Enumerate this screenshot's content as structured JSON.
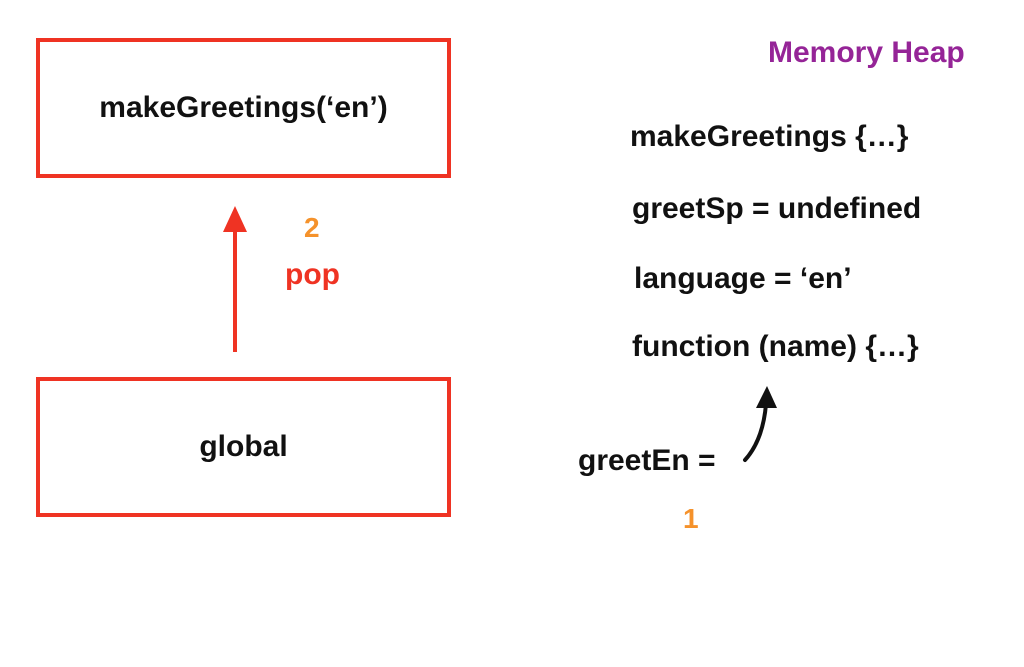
{
  "call_stack": {
    "top_frame": "makeGreetings(‘en’)",
    "bottom_frame": "global"
  },
  "pop_annotation": {
    "step": "2",
    "label": "pop"
  },
  "memory_heap": {
    "title": "Memory Heap",
    "items": [
      "makeGreetings {…}",
      "greetSp = undefined",
      "language = ‘en’",
      "function (name) {…}"
    ]
  },
  "assignment": {
    "label": "greetEn =",
    "step": "1"
  },
  "colors": {
    "frame_border": "#ef3323",
    "pop_arrow": "#ef3323",
    "pop_label": "#ef3323",
    "step_number": "#f5922b",
    "heap_title": "#952497",
    "text": "#111111",
    "reference_arrow": "#111111"
  }
}
